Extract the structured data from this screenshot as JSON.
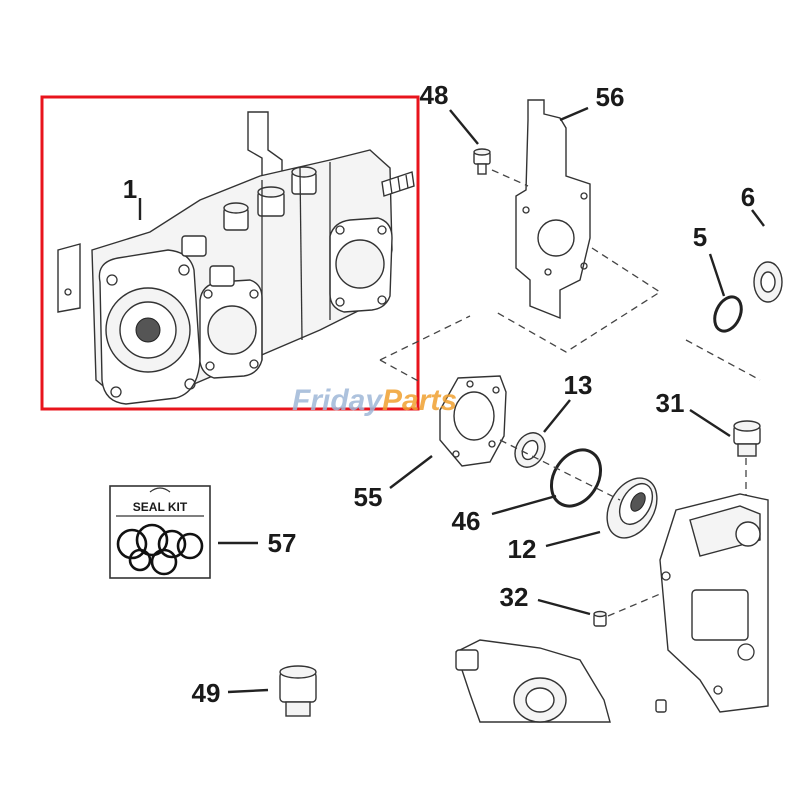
{
  "diagram": {
    "labels": {
      "p1": "1",
      "p48": "48",
      "p56": "56",
      "p6": "6",
      "p5": "5",
      "p13": "13",
      "p31": "31",
      "p55": "55",
      "p46": "46",
      "p12": "12",
      "p57": "57",
      "p32": "32",
      "p49": "49"
    },
    "seal_kit_title": "SEAL KIT",
    "highlight_color": "#e8141c",
    "watermark": {
      "part_a": "Friday",
      "part_b": "Parts",
      "color_a": "#9fb8d8",
      "color_b": "#f0a030"
    }
  }
}
